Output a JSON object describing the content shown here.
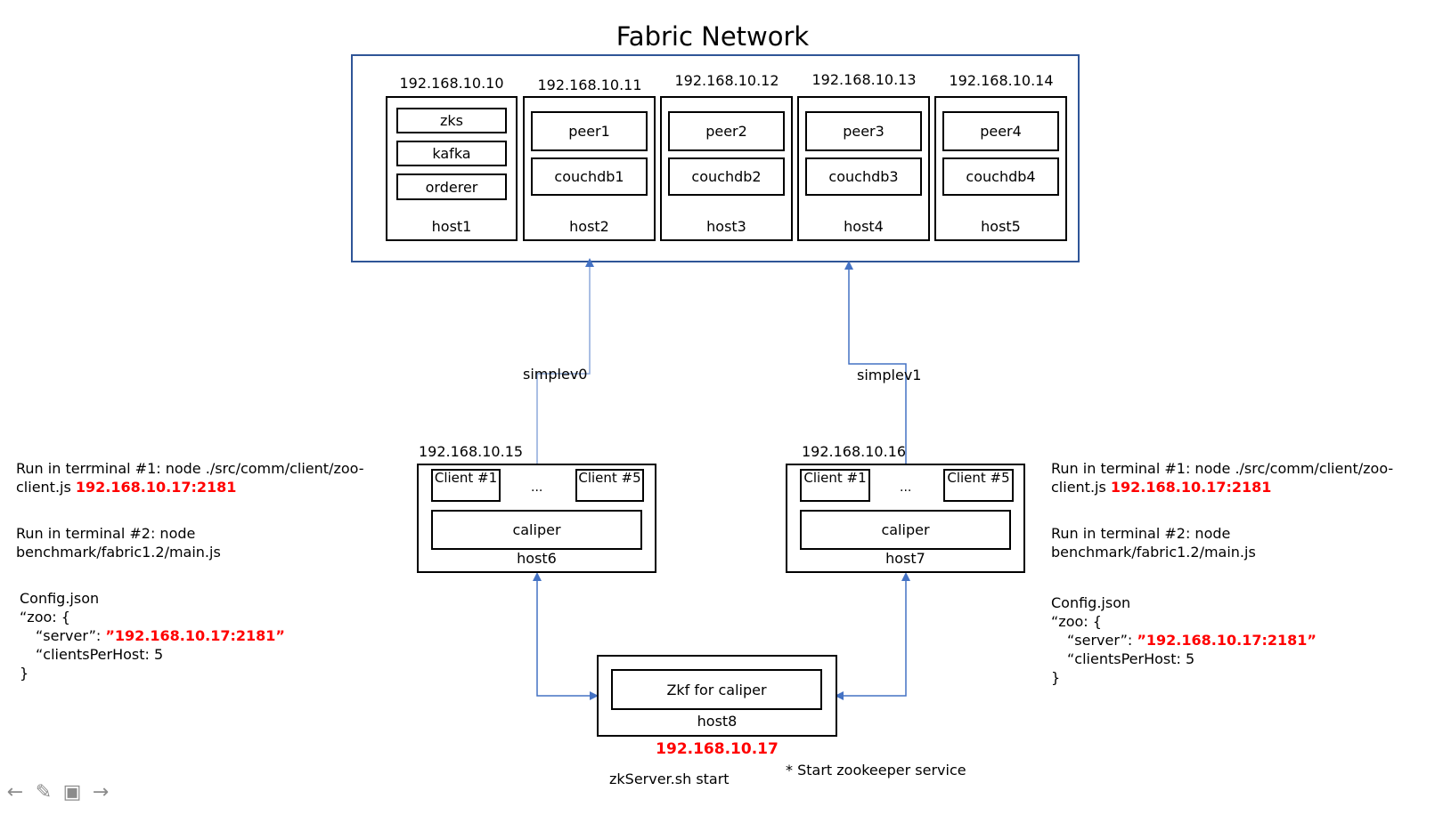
{
  "title": "Fabric Network",
  "fabric_hosts": [
    {
      "ip": "192.168.10.10",
      "name": "host1",
      "services": [
        "zks",
        "kafka",
        "orderer"
      ]
    },
    {
      "ip": "192.168.10.11",
      "name": "host2",
      "services": [
        "peer1",
        "couchdb1"
      ]
    },
    {
      "ip": "192.168.10.12",
      "name": "host3",
      "services": [
        "peer2",
        "couchdb2"
      ]
    },
    {
      "ip": "192.168.10.13",
      "name": "host4",
      "services": [
        "peer3",
        "couchdb3"
      ]
    },
    {
      "ip": "192.168.10.14",
      "name": "host5",
      "services": [
        "peer4",
        "couchdb4"
      ]
    }
  ],
  "links": {
    "left": "simplev0",
    "right": "simplev1"
  },
  "client_hosts": [
    {
      "ip": "192.168.10.15",
      "name": "host6",
      "client_first": "Client #1",
      "client_last": "Client #5",
      "ellipsis": "...",
      "app": "caliper"
    },
    {
      "ip": "192.168.10.16",
      "name": "host7",
      "client_first": "Client #1",
      "client_last": "Client #5",
      "ellipsis": "...",
      "app": "caliper"
    }
  ],
  "zk_host": {
    "name": "host8",
    "service": "Zkf for caliper",
    "ip": "192.168.10.17",
    "command": "zkServer.sh start",
    "note": "* Start zookeeper service"
  },
  "notes_left": {
    "run1_prefix": "Run in terrminal #1: node ./src/comm/client/zoo-",
    "run1_cont": "client.js ",
    "run1_addr": "192.168.10.17:2181",
    "run2_line1": "Run in terminal #2: node",
    "run2_line2": "benchmark/fabric1.2/main.js",
    "cfg_title": "Config.json",
    "cfg_open": "“zoo: {",
    "cfg_server_key": "“server”: ",
    "cfg_server_val": "”192.168.10.17:2181”",
    "cfg_clients": "“clientsPerHost: 5",
    "cfg_close": "}"
  },
  "notes_right": {
    "run1_prefix": "Run in terminal #1: node ./src/comm/client/zoo-",
    "run1_cont": "client.js ",
    "run1_addr": "192.168.10.17:2181",
    "run2_line1": "Run in terminal #2: node",
    "run2_line2": "benchmark/fabric1.2/main.js",
    "cfg_title": "Config.json",
    "cfg_open": "“zoo: {",
    "cfg_server_key": "“server”: ",
    "cfg_server_val": "”192.168.10.17:2181”",
    "cfg_clients": "“clientsPerHost: 5",
    "cfg_close": "}"
  },
  "toolbar": {
    "prev": "←",
    "pen": "✎",
    "slides": "▣",
    "next": "→"
  },
  "colors": {
    "network_border": "#2f5597",
    "wire": "#4472c4",
    "highlight": "#ff0000"
  }
}
